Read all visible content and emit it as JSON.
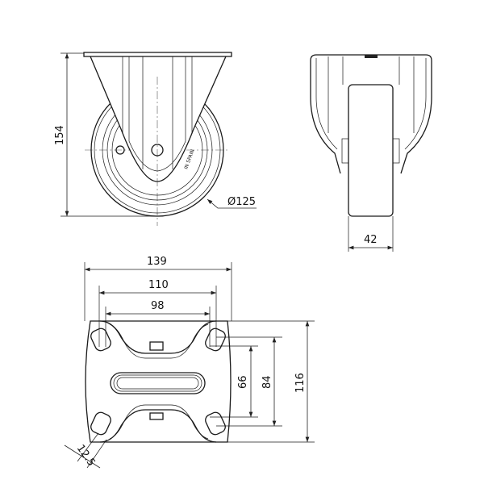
{
  "title": "Fixed castor technical drawing",
  "front_view": {
    "height_dim": "154",
    "diameter_dim": "Ø125",
    "wheel_marking": "IN SPAIN"
  },
  "side_view": {
    "wheel_width_dim": "42"
  },
  "top_plate_view": {
    "plate_width_dim": "139",
    "hole_spacing_outer_dim": "110",
    "hole_spacing_inner_dim": "98",
    "plate_depth_dim": "116",
    "hole_depth_outer_dim": "84",
    "hole_depth_inner_dim": "66",
    "slot_width_dim": "12.5"
  },
  "colors": {
    "line": "#1a1a1a",
    "background": "#ffffff"
  }
}
